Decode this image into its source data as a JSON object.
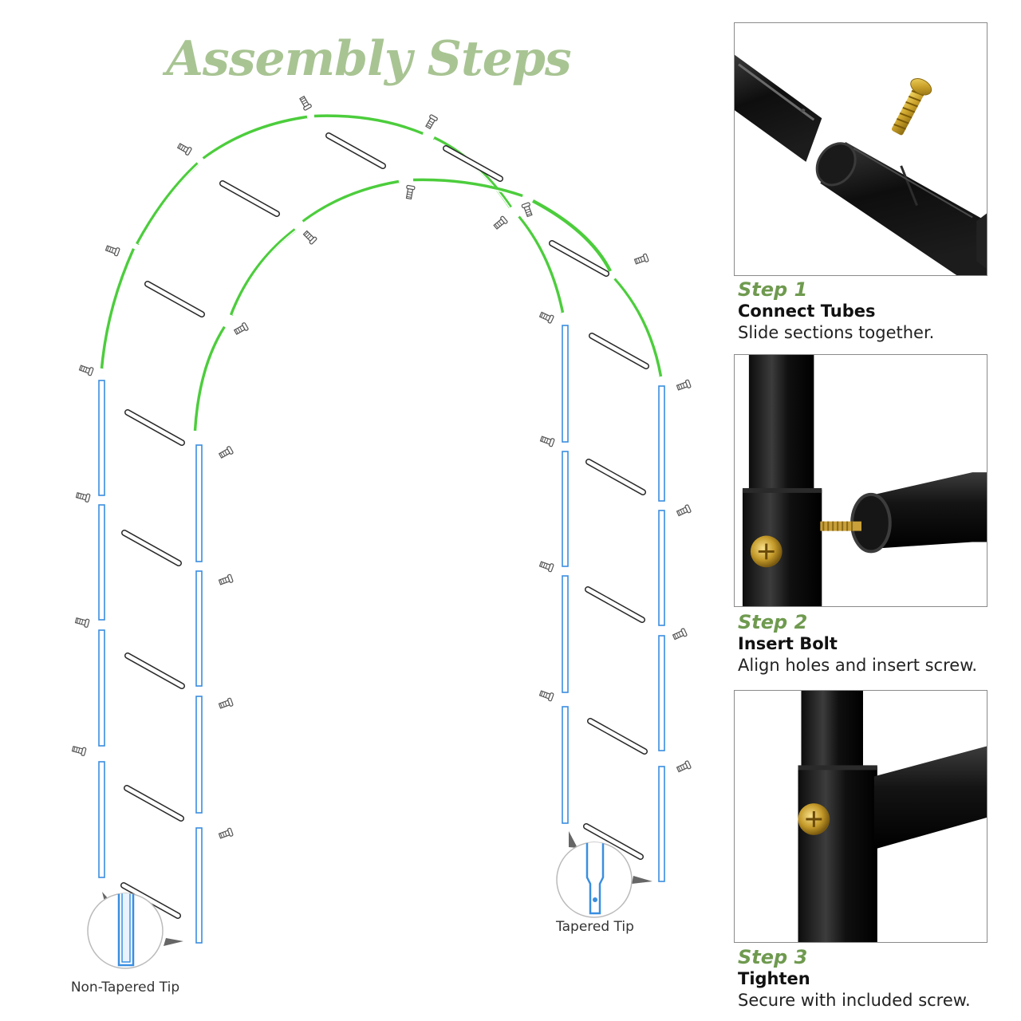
{
  "title": "Assembly Steps",
  "diagram": {
    "callout_left": "Non-Tapered Tip",
    "callout_right": "Tapered Tip",
    "colors": {
      "arch": "#4ccd3c",
      "post": "#3a8ee0",
      "rung": "#2a2a2a",
      "title": "#a8c493"
    }
  },
  "steps": [
    {
      "number": "Step 1",
      "title": "Connect Tubes",
      "description": "Slide sections together.",
      "photo": "tube-connection-with-brass-screw"
    },
    {
      "number": "Step 2",
      "title": "Insert Bolt",
      "description": "Align holes and insert screw.",
      "photo": "threaded-bolt-joining-crossbar"
    },
    {
      "number": "Step 3",
      "title": "Tighten",
      "description": "Secure with included screw.",
      "photo": "screw-tightened-joint"
    }
  ]
}
